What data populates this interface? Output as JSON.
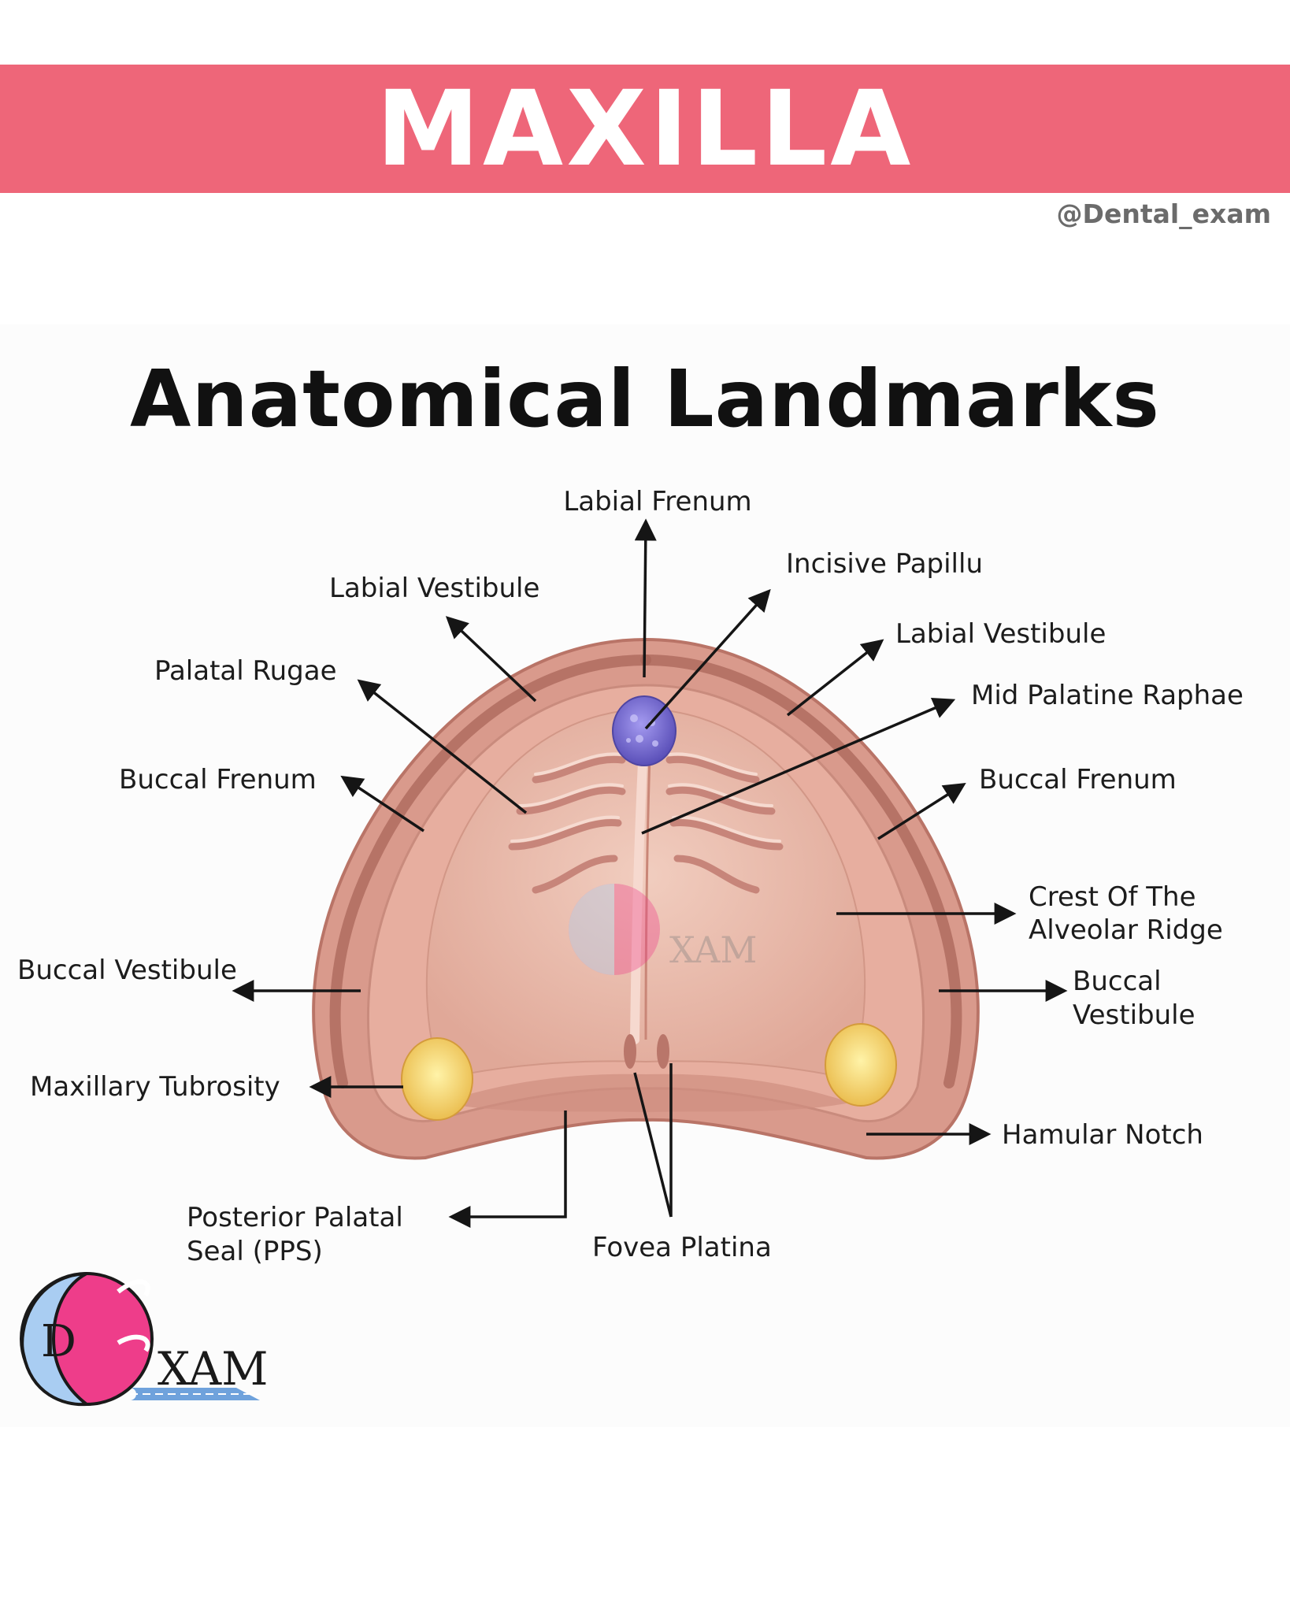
{
  "header": {
    "title": "MAXILLA",
    "handle": "@Dental_exam"
  },
  "diagram": {
    "title": "Anatomical Landmarks"
  },
  "labels": {
    "labial_frenum": "Labial Frenum",
    "incisive_papillu": "Incisive Papillu",
    "labial_vestibule_left": "Labial Vestibule",
    "labial_vestibule_right": "Labial Vestibule",
    "palatal_rugae": "Palatal Rugae",
    "mid_palatine_raphae": "Mid Palatine Raphae",
    "buccal_frenum_left": "Buccal Frenum",
    "buccal_frenum_right": "Buccal Frenum",
    "crest_line1": "Crest Of The",
    "crest_line2": "Alveolar Ridge",
    "buccal_vestibule_left": "Buccal Vestibule",
    "buccal_vestibule_right_line1": "Buccal",
    "buccal_vestibule_right_line2": "Vestibule",
    "maxillary_tubrosity": "Maxillary Tubrosity",
    "hamular_notch": "Hamular Notch",
    "pps_line1": "Posterior Palatal",
    "pps_line2": "Seal (PPS)",
    "fovea_platina": "Fovea Platina"
  },
  "logo": {
    "letter": "D",
    "text": "XAM"
  },
  "colors": {
    "banner": "#ee6679",
    "gum": "#d99a8c",
    "palate": "#ecbcae",
    "papilla": "#7b6fd0",
    "tuberosity": "#f3d36a",
    "logo_pink": "#ee3d8a",
    "logo_blue": "#a9cdf2"
  }
}
